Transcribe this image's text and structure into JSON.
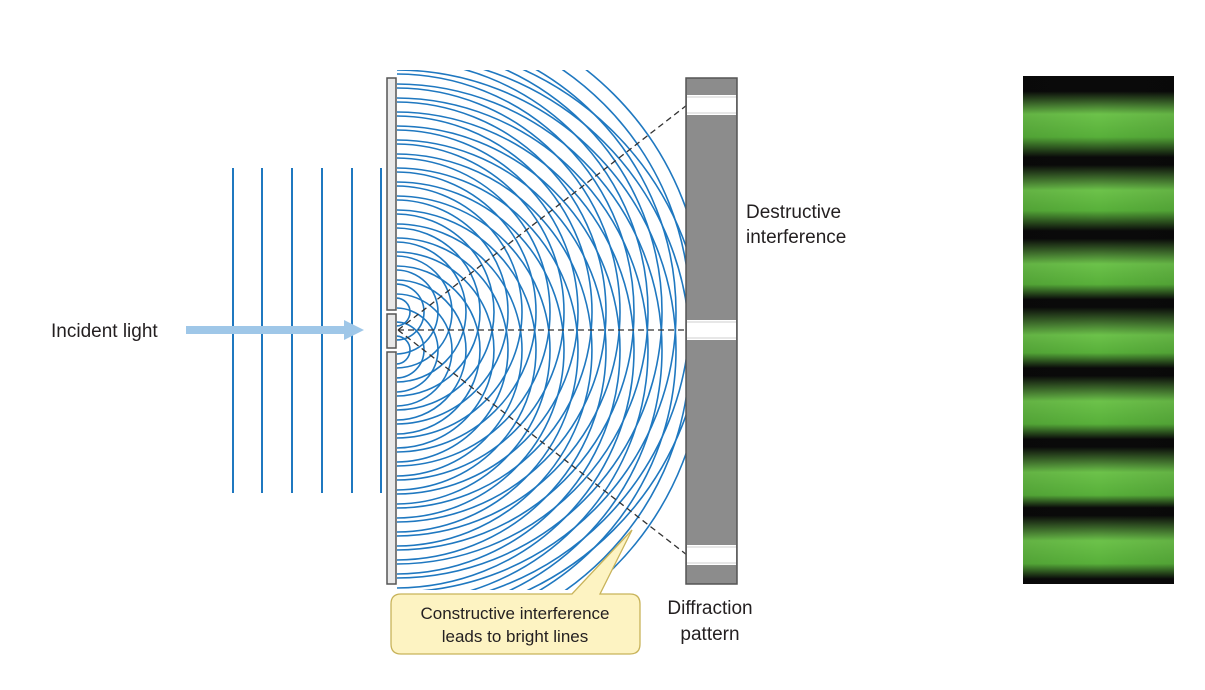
{
  "labels": {
    "incident_light": "Incident light",
    "destructive_line1": "Destructive",
    "destructive_line2": "interference",
    "constructive_line1": "Constructive interference",
    "constructive_line2": "leads to bright lines",
    "diffraction_line1": "Diffraction",
    "diffraction_line2": "pattern"
  },
  "colors": {
    "wave": "#1f78c0",
    "arrow": "#9fc7e8",
    "barrier": "#555555",
    "screen": "#8c8c8c",
    "bright_band": "#ffffff",
    "callout_fill": "#fdf3c2",
    "callout_stroke": "#c8b35a",
    "fringe_bright": "#6cc24a",
    "fringe_dark": "#0a0a0a",
    "dashed": "#333333"
  }
}
